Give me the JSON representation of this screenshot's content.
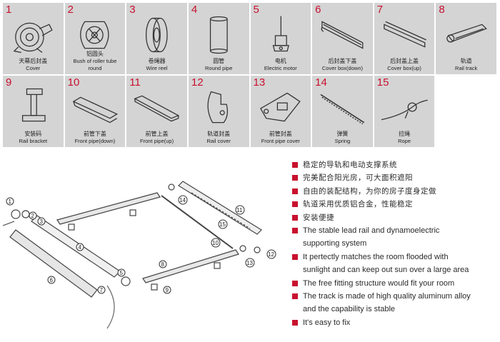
{
  "parts": [
    {
      "no": "1",
      "cn": "天幕后封盖",
      "en": "Cover",
      "icon": "cover-icon"
    },
    {
      "no": "2",
      "cn": "铝圆头",
      "en": "Bush of roller tube round",
      "icon": "bush-icon"
    },
    {
      "no": "3",
      "cn": "卷绳器",
      "en": "Wire reel",
      "icon": "wire-reel-icon"
    },
    {
      "no": "4",
      "cn": "圆管",
      "en": "Round pipe",
      "icon": "round-pipe-icon"
    },
    {
      "no": "5",
      "cn": "电机",
      "en": "Electric motor",
      "icon": "motor-icon"
    },
    {
      "no": "6",
      "cn": "后封盖下盖",
      "en": "Cover box(down)",
      "icon": "cover-box-down-icon"
    },
    {
      "no": "7",
      "cn": "后封盖上盖",
      "en": "Cover box(up)",
      "icon": "cover-box-up-icon"
    },
    {
      "no": "8",
      "cn": "轨道",
      "en": "Rail track",
      "icon": "rail-track-icon"
    },
    {
      "no": "9",
      "cn": "安装码",
      "en": "Rail bracket",
      "icon": "rail-bracket-icon"
    },
    {
      "no": "10",
      "cn": "前管下盖",
      "en": "Front pipe(down)",
      "icon": "front-pipe-down-icon"
    },
    {
      "no": "11",
      "cn": "前管上盖",
      "en": "Front pipe(up)",
      "icon": "front-pipe-up-icon"
    },
    {
      "no": "12",
      "cn": "轨道封盖",
      "en": "Rail cover",
      "icon": "rail-cover-icon"
    },
    {
      "no": "13",
      "cn": "前管封盖",
      "en": "Front pipe cover",
      "icon": "front-pipe-cover-icon"
    },
    {
      "no": "14",
      "cn": "弹簧",
      "en": "Spring",
      "icon": "spring-icon"
    },
    {
      "no": "15",
      "cn": "拉绳",
      "en": "Rope",
      "icon": "rope-icon"
    }
  ],
  "diagram_labels": [
    "1",
    "2",
    "3",
    "4",
    "5",
    "6",
    "7",
    "8",
    "9",
    "10",
    "11",
    "12",
    "13",
    "14",
    "15"
  ],
  "features": [
    "稳定的导轨和电动支撑系统",
    "完美配合阳光房，可大面积遮阳",
    "自由的装配结构，为你的房子度身定做",
    "轨道采用优质铝合金，性能稳定",
    "安装便捷",
    "The stable lead rail and dynamoelectric",
    "supporting system",
    "It pertectly matches the room flooded with",
    "sunlight and can keep out sun over a large area",
    "The free fitting structure would fit your room",
    "The track is made of high quality aluminum alloy",
    "and the capability is stable",
    "It's easy to fix"
  ],
  "colors": {
    "accent": "#c8102e",
    "cell_bg": "#d4d4d4",
    "text": "#2a2a2a"
  }
}
